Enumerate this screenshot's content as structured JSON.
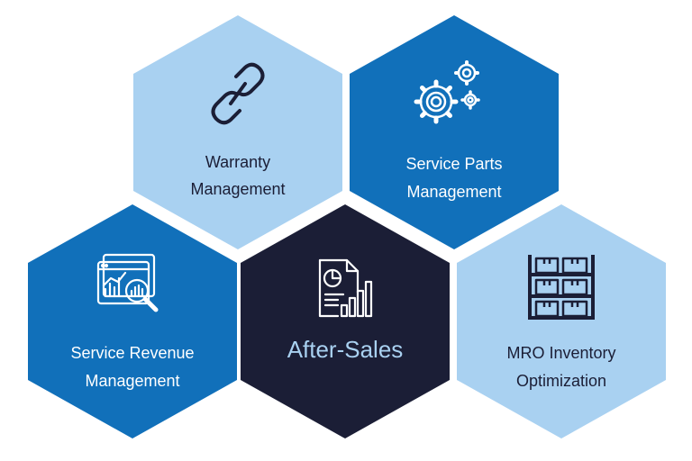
{
  "hexagons": {
    "warranty": {
      "line1": "Warranty",
      "line2": "Management",
      "icon": "chain-link-icon"
    },
    "parts": {
      "line1": "Service Parts",
      "line2": "Management",
      "icon": "gears-icon"
    },
    "revenue": {
      "line1": "Service Revenue",
      "line2": "Management",
      "icon": "chart-magnifier-icon"
    },
    "center": {
      "line1": "After-Sales",
      "icon": "report-document-icon"
    },
    "mro": {
      "line1": "MRO Inventory",
      "line2": "Optimization",
      "icon": "warehouse-shelves-icon"
    }
  },
  "colors": {
    "light_blue": "#a9d1f1",
    "mid_blue": "#1170ba",
    "navy": "#1b1e36",
    "white": "#ffffff"
  }
}
